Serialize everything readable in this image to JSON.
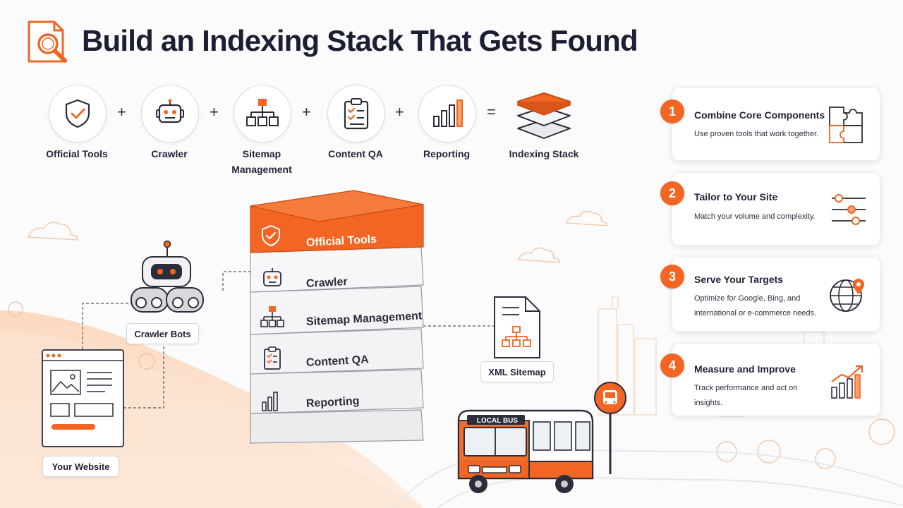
{
  "title": "Build an Indexing Stack That Gets Found",
  "formula": [
    {
      "label": "Official Tools",
      "icon": "shield-check-icon"
    },
    {
      "label": "Crawler",
      "icon": "robot-icon"
    },
    {
      "label": "Sitemap\nManagement",
      "icon": "sitemap-icon"
    },
    {
      "label": "Content QA",
      "icon": "clipboard-check-icon"
    },
    {
      "label": "Reporting",
      "icon": "bar-chart-icon"
    },
    {
      "label": "Indexing Stack",
      "icon": "layers-icon"
    }
  ],
  "formula_operators": [
    "+",
    "+",
    "+",
    "+",
    "="
  ],
  "stack": {
    "layers": [
      {
        "label": "Official Tools",
        "icon": "shield-check-icon"
      },
      {
        "label": "Crawler",
        "icon": "robot-icon"
      },
      {
        "label": "Sitemap Management",
        "icon": "sitemap-icon"
      },
      {
        "label": "Content QA",
        "icon": "clipboard-check-icon"
      },
      {
        "label": "Reporting",
        "icon": "bar-chart-icon"
      }
    ]
  },
  "illustration": {
    "crawler_bots": "Crawler Bots",
    "your_website": "Your Website",
    "xml_sitemap": "XML Sitemap",
    "bus_sign": "LOCAL BUS"
  },
  "steps": [
    {
      "num": "1",
      "title": "Combine Core Components",
      "desc": "Use proven tools that work together.",
      "icon": "puzzle-icon"
    },
    {
      "num": "2",
      "title": "Tailor to Your Site",
      "desc": "Match your volume and complexity.",
      "icon": "sliders-icon"
    },
    {
      "num": "3",
      "title": "Serve Your Targets",
      "desc": "Optimize for Google, Bing, and international or e-commerce needs.",
      "icon": "globe-pin-icon"
    },
    {
      "num": "4",
      "title": "Measure and Improve",
      "desc": "Track performance and act on insights.",
      "icon": "growth-chart-icon"
    }
  ],
  "colors": {
    "accent": "#f26522",
    "text": "#1f2233",
    "line": "#2b2d3b"
  }
}
